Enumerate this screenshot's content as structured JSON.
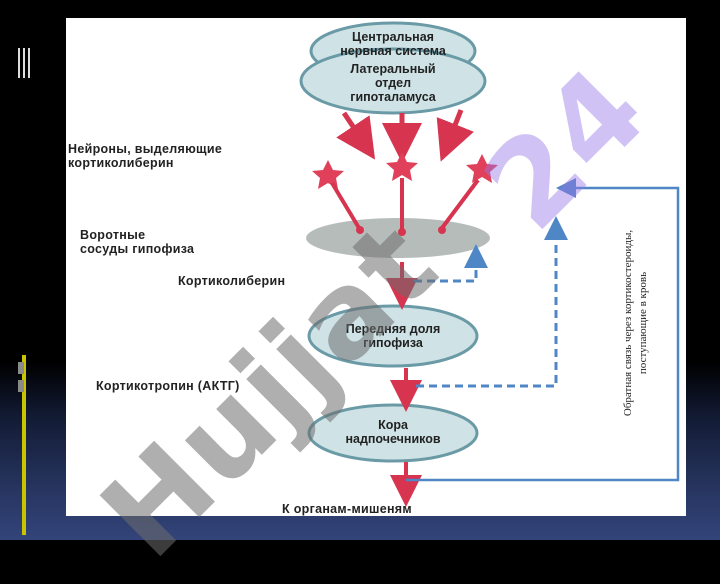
{
  "nodes": {
    "cns": "Центральная\nнервная система",
    "hypothalamus": "Латеральный\nотдел\nгипоталамуса",
    "pituitary": "Передняя доля\nгипофиза",
    "adrenal": "Кора\nнадпочечников"
  },
  "labels": {
    "neurons": "Нейроны, выделяющие\nкортиколиберин",
    "portal_vessels": "Воротные\nсосуды гипофиза",
    "corticoliberin": "Кортиколиберин",
    "acth": "Кортикотропин (АКТГ)",
    "target": "К органам-мишеням",
    "feedback": "Обратная связь через кортикостероиды,\nпоступающие в кровь"
  },
  "watermark": {
    "text": "Hujjat",
    "number": "24"
  },
  "colors": {
    "arrow_red": "#d6344f",
    "star_red": "#e0405a",
    "node_fill": "#cfe3e6",
    "node_stroke": "#6a9aa6",
    "feedback_blue": "#4f86c6",
    "background": "#000000",
    "slide": "#ffffff",
    "accent_yellow": "#c9c400"
  }
}
